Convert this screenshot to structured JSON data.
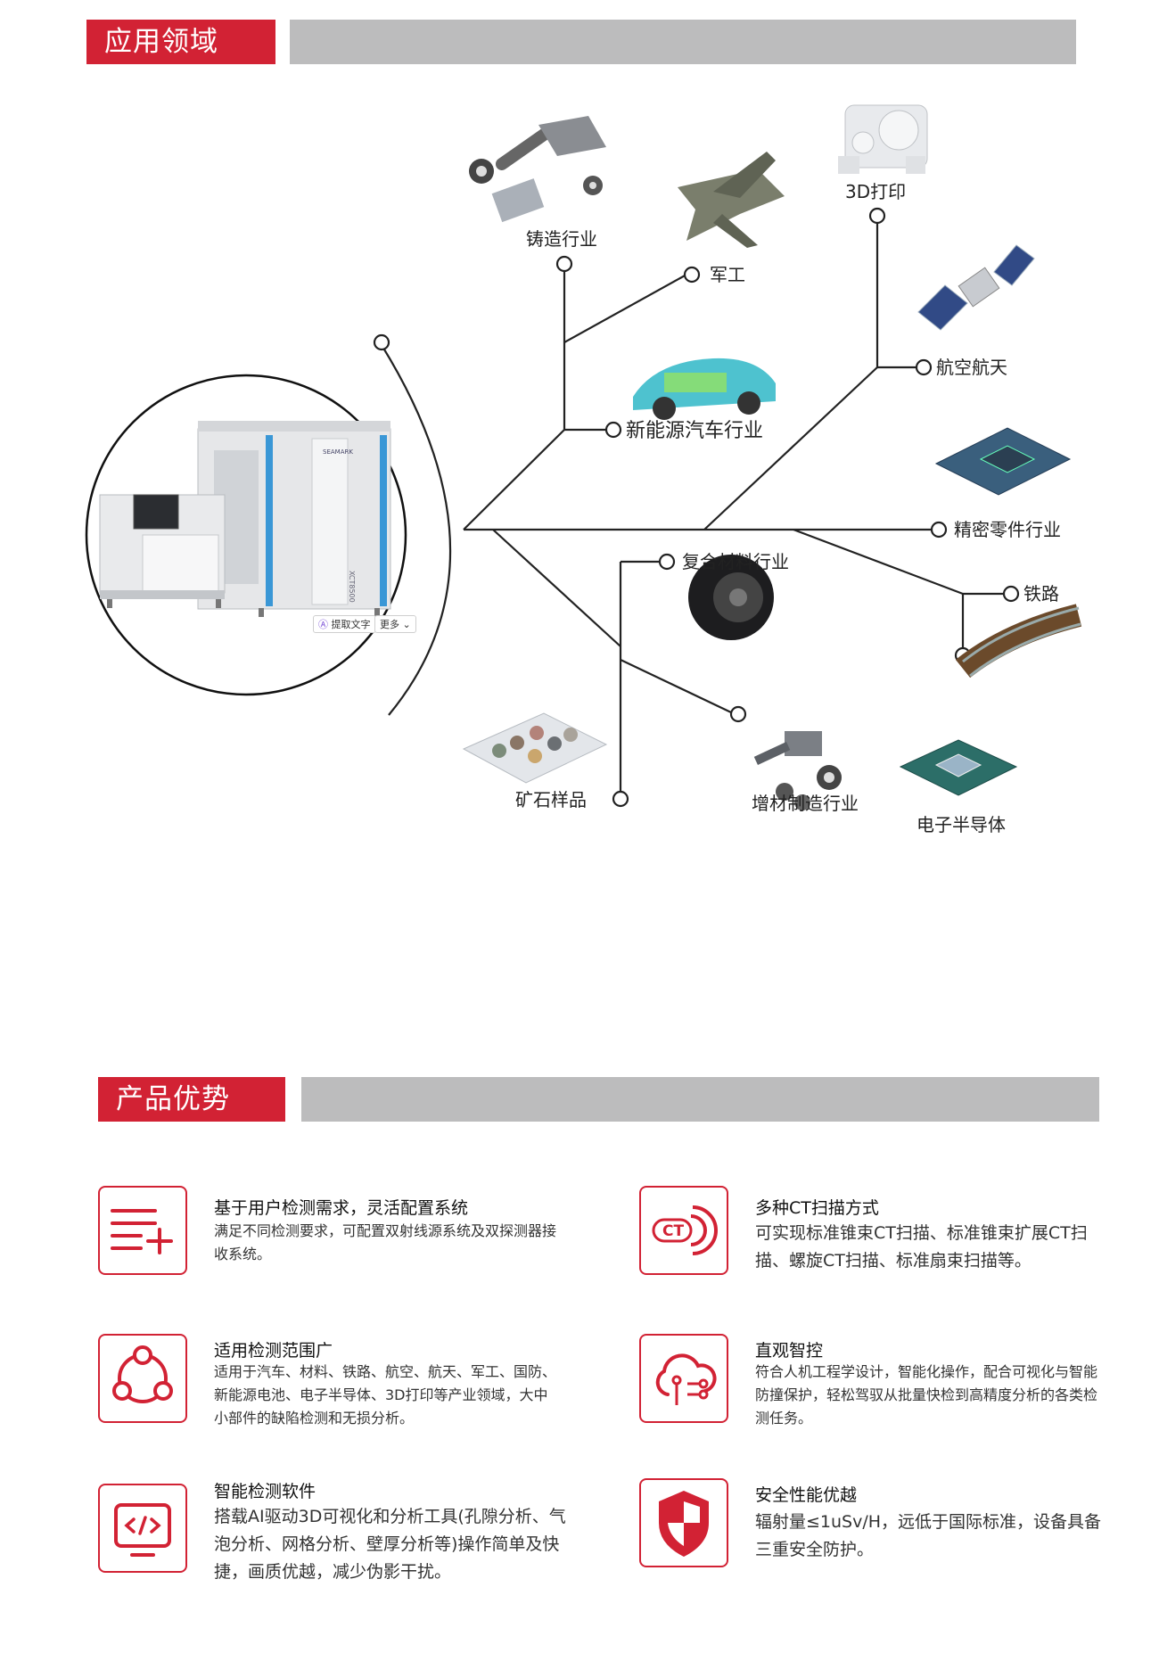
{
  "sections": {
    "applications": "应用领域",
    "advantages": "产品优势"
  },
  "machine": {
    "brand": "SEAMARK",
    "model": "XCT8500",
    "chip_extract": "提取文字",
    "chip_more": "更多"
  },
  "labels": {
    "casting": "铸造行业",
    "military": "军工",
    "print3d": "3D打印",
    "aerospace": "航空航天",
    "nev": "新能源汽车行业",
    "precision": "精密零件行业",
    "composite": "复合材料行业",
    "railway": "铁路",
    "ore": "矿石样品",
    "additive": "增材制造行业",
    "semiconductor": "电子半导体"
  },
  "advantages": [
    {
      "icon": "list-add-icon",
      "title": "基于用户检测需求，灵活配置系统",
      "text": "满足不同检测要求，可配置双射线源系统及双探测器接收系统。"
    },
    {
      "icon": "ct-scan-icon",
      "title": "多种CT扫描方式",
      "text": "可实现标准锥束CT扫描、标准锥束扩展CT扫描、螺旋CT扫描、标准扇束扫描等。"
    },
    {
      "icon": "share-network-icon",
      "title": "适用检测范围广",
      "text": "适用于汽车、材料、铁路、航空、航天、军工、国防、新能源电池、电子半导体、3D打印等产业领域，大中小部件的缺陷检测和无损分析。"
    },
    {
      "icon": "cloud-circuit-icon",
      "title": "直观智控",
      "text": "符合人机工程学设计，智能化操作，配合可视化与智能防撞保护，轻松驾驭从批量快检到高精度分析的各类检测任务。"
    },
    {
      "icon": "code-window-icon",
      "title": "智能检测软件",
      "text": "搭载AI驱动3D可视化和分析工具(孔隙分析、气泡分析、网格分析、壁厚分析等)操作简单及快捷，画质优越，减少伪影干扰。"
    },
    {
      "icon": "shield-icon",
      "title": "安全性能优越",
      "text": "辐射量≤1uSv/H，远低于国际标准，设备具备三重安全防护。"
    }
  ],
  "colors": {
    "accent": "#d22234",
    "grey_bar": "#bcbcbd"
  }
}
